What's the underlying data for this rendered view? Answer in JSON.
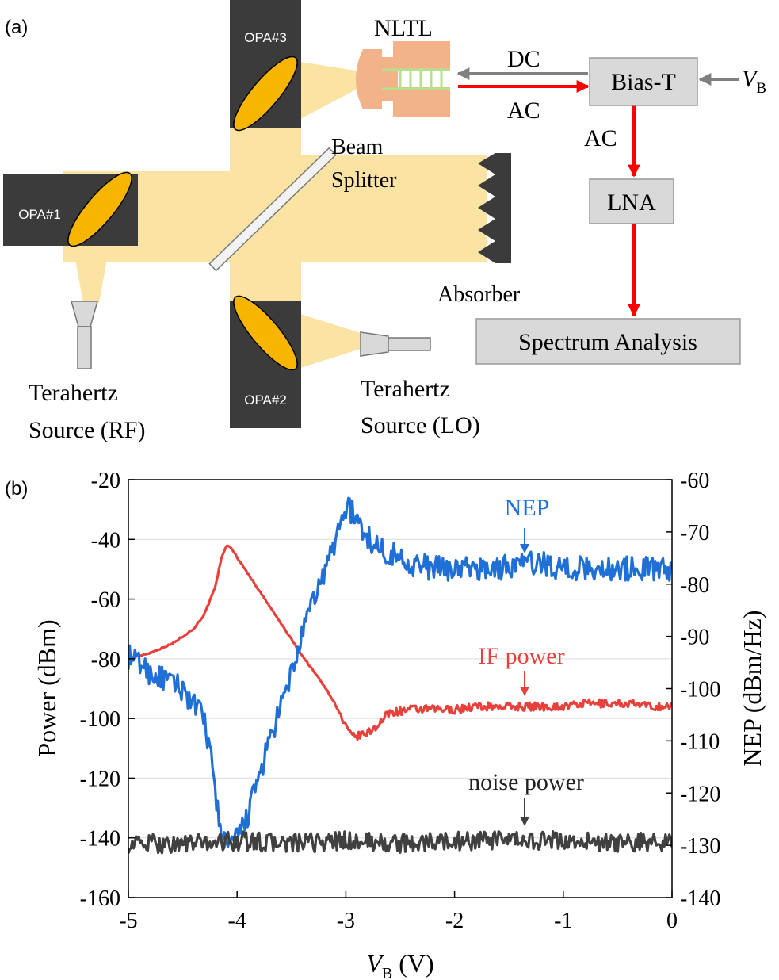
{
  "panel_a": {
    "panel_label": "(a)",
    "opa1": "OPA#1",
    "opa2": "OPA#2",
    "opa3": "OPA#3",
    "nltl": "NLTL",
    "beam_splitter_line1": "Beam",
    "beam_splitter_line2": "Splitter",
    "absorber": "Absorber",
    "source_rf_line1": "Terahertz",
    "source_rf_line2": "Source (RF)",
    "source_lo_line1": "Terahertz",
    "source_lo_line2": "Source (LO)",
    "dc": "DC",
    "ac_top": "AC",
    "ac_side": "AC",
    "bias_t": "Bias-T",
    "vb_italic": "V",
    "vb_sub": "B",
    "lna": "LNA",
    "spectrum": "Spectrum Analysis",
    "colors": {
      "beam": "#fbe3a3",
      "mirror": "#f7b500",
      "opa_block": "#3b3b3b",
      "nltl": "#f2b38a",
      "nltl_lines": "#b5e08c",
      "box": "#d9d9d9",
      "red_arrow": "#ff0000",
      "gray_arrow": "#808080"
    }
  },
  "panel_b": {
    "panel_label": "(b)",
    "ann_nep": "NEP",
    "ann_if": "IF power",
    "ann_noise": "noise power",
    "xlabel_italic": "V",
    "xlabel_sub": "B",
    "xlabel_unit": " (V)"
  },
  "chart_data": {
    "type": "line",
    "xlim": [
      -5,
      0
    ],
    "ylim_left": [
      -160,
      -20
    ],
    "ylim_right": [
      -140,
      -60
    ],
    "ylabel": "Power (dBm)",
    "ylabel_right": "NEP (dBm/Hz)",
    "x_ticks": [
      "-5",
      "-4",
      "-3",
      "-2",
      "-1",
      "0"
    ],
    "y_ticks_left": [
      "-20",
      "-40",
      "-60",
      "-80",
      "-100",
      "-120",
      "-140",
      "-160"
    ],
    "y_ticks_right": [
      "-60",
      "-70",
      "-80",
      "-90",
      "-100",
      "-110",
      "-120",
      "-130",
      "-140"
    ],
    "grid": "horizontal",
    "series": [
      {
        "name": "IF power",
        "axis": "left",
        "color": "#e8413c",
        "x": [
          -5.0,
          -4.8,
          -4.6,
          -4.4,
          -4.3,
          -4.2,
          -4.15,
          -4.1,
          -4.05,
          -4.0,
          -3.8,
          -3.6,
          -3.4,
          -3.2,
          -3.1,
          -3.0,
          -2.95,
          -2.9,
          -2.8,
          -2.7,
          -2.6,
          -2.4,
          -2.2,
          -2.0,
          -1.8,
          -1.6,
          -1.4,
          -1.2,
          -1.0,
          -0.8,
          -0.6,
          -0.4,
          -0.2,
          0.0
        ],
        "y": [
          -80,
          -78,
          -75,
          -70,
          -65,
          -56,
          -47,
          -42,
          -43,
          -46,
          -57,
          -68,
          -79,
          -89,
          -95,
          -103,
          -106,
          -106,
          -105,
          -102,
          -98,
          -97,
          -97,
          -97,
          -96,
          -96,
          -96,
          -96,
          -96,
          -95,
          -95,
          -95,
          -96,
          -96
        ]
      },
      {
        "name": "NEP",
        "axis": "right",
        "color": "#1f6fd6",
        "x": [
          -5.0,
          -4.9,
          -4.8,
          -4.7,
          -4.6,
          -4.5,
          -4.4,
          -4.3,
          -4.25,
          -4.2,
          -4.15,
          -4.1,
          -4.0,
          -3.9,
          -3.8,
          -3.7,
          -3.6,
          -3.5,
          -3.4,
          -3.3,
          -3.2,
          -3.1,
          -3.05,
          -3.0,
          -2.95,
          -2.9,
          -2.8,
          -2.7,
          -2.6,
          -2.4,
          -2.2,
          -2.0,
          -1.8,
          -1.6,
          -1.4,
          -1.2,
          -1.0,
          -0.8,
          -0.6,
          -0.4,
          -0.2,
          0.0
        ],
        "y": [
          -94,
          -95,
          -97,
          -98,
          -99,
          -100,
          -103,
          -106,
          -112,
          -120,
          -127,
          -130,
          -129,
          -124,
          -117,
          -110,
          -104,
          -97,
          -90,
          -83,
          -78,
          -72,
          -68,
          -65,
          -66,
          -68,
          -71,
          -73,
          -74,
          -76,
          -77,
          -77,
          -77,
          -77,
          -76,
          -76,
          -77,
          -77,
          -77,
          -77,
          -77,
          -77
        ]
      },
      {
        "name": "noise power",
        "axis": "left",
        "color": "#404040",
        "x": [
          -5.0,
          -4.5,
          -4.0,
          -3.5,
          -3.0,
          -2.5,
          -2.0,
          -1.5,
          -1.0,
          -0.5,
          0.0
        ],
        "y": [
          -142,
          -142,
          -141,
          -142,
          -141,
          -142,
          -141,
          -141,
          -141,
          -142,
          -141
        ]
      }
    ]
  }
}
